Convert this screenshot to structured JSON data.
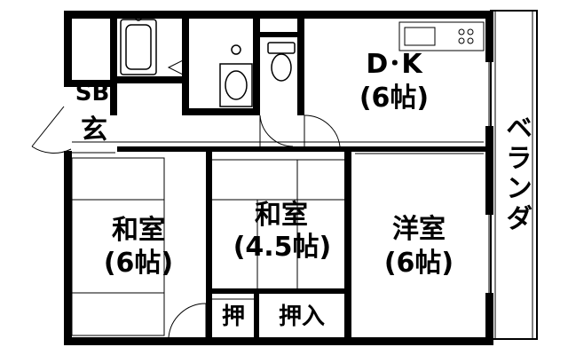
{
  "rooms": {
    "dk": {
      "name": "D･K",
      "size": "(6帖)"
    },
    "washitsu1": {
      "name": "和室",
      "size": "(6帖)"
    },
    "washitsu2": {
      "name": "和室",
      "size": "(4.5帖)"
    },
    "youshitsu": {
      "name": "洋室",
      "size": "(6帖)"
    },
    "sb": "SB",
    "genkan": "玄",
    "oshi_small": "押",
    "oshiire": "押入",
    "veranda": "ベランダ"
  },
  "colors": {
    "wall": "#000000",
    "line": "#000000",
    "background": "#ffffff"
  }
}
